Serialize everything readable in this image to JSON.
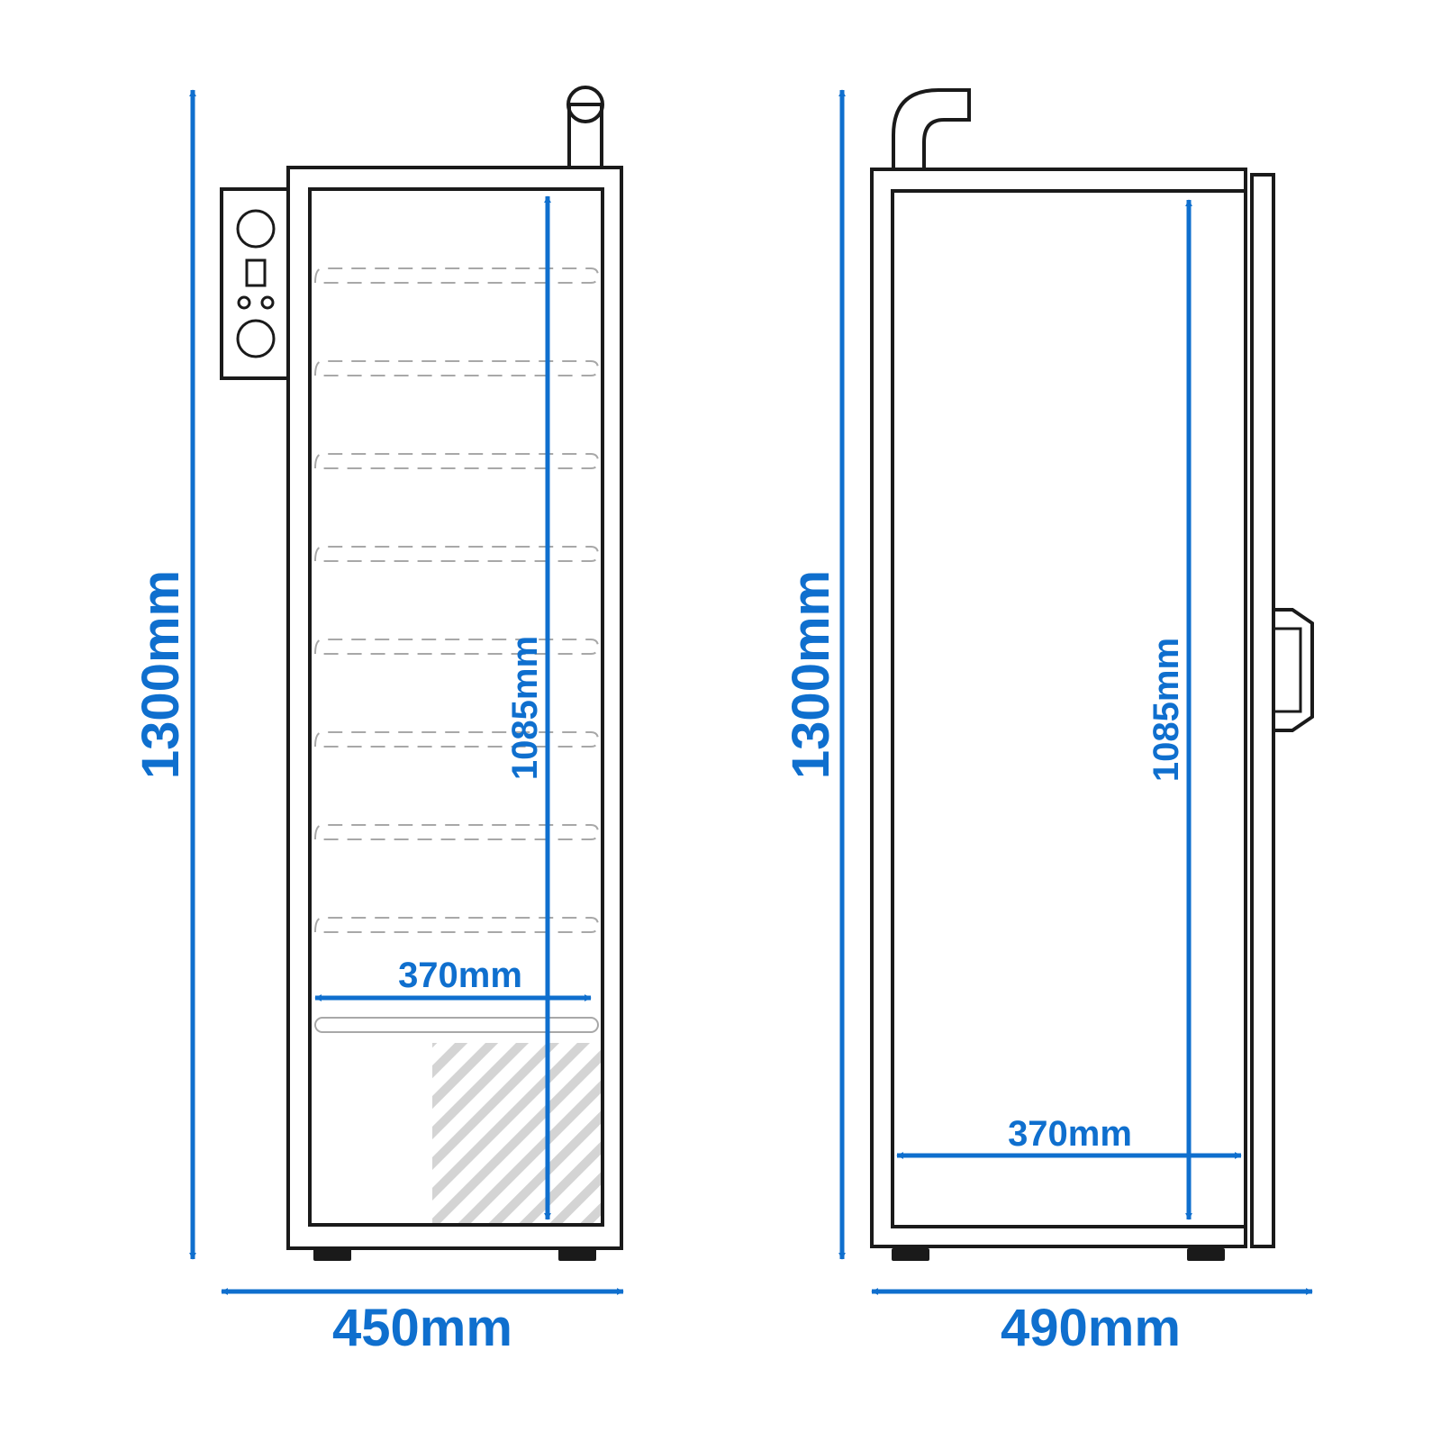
{
  "colors": {
    "dimension": "#0f6fce",
    "outline": "#1a1a1a",
    "shelf": "#a8a8a8",
    "hatch": "#d4d4d4"
  },
  "front_view": {
    "height_label": "1300mm",
    "width_label": "450mm",
    "interior_height_label": "1085mm",
    "interior_width_label": "370mm",
    "shelf_count": 8
  },
  "side_view": {
    "height_label": "1300mm",
    "depth_label": "490mm",
    "interior_height_label": "1085mm",
    "interior_depth_label": "370mm"
  }
}
